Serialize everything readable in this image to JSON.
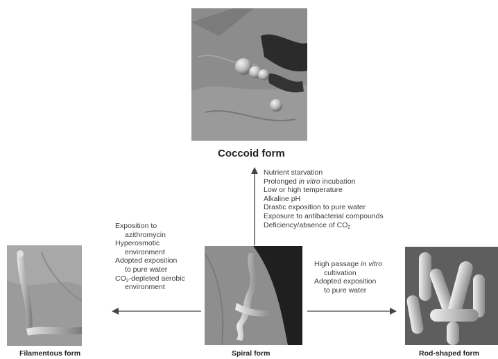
{
  "forms": {
    "coccoid": "Coccoid form",
    "filamentous": "Filamentous form",
    "spiral": "Spiral form",
    "rod": "Rod-shaped form"
  },
  "conditions": {
    "coccoid": {
      "l1": "Nutrient starvation",
      "l2a": "Prolonged ",
      "l2b": "in vitro",
      "l2c": " incubation",
      "l3": "Low or high temperature",
      "l4": "Alkaline pH",
      "l5": "Drastic exposition to pure water",
      "l6": "Exposure to antibacterial compounds",
      "l7a": "Deficiency/absence of CO",
      "l7b": "2"
    },
    "filamentous": {
      "l1": "Exposition to",
      "l2": "azithromycin",
      "l3": "Hyperosmotic",
      "l4": "environment",
      "l5": "Adopted exposition",
      "l6": "to pure water",
      "l7a": "CO",
      "l7b": "2",
      "l7c": "-depleted aerobic",
      "l8": "environment"
    },
    "rod": {
      "l1a": "High passage ",
      "l1b": "in vitro",
      "l2": "cultivation",
      "l3": "Adopted exposition",
      "l4": "to pure water"
    }
  }
}
